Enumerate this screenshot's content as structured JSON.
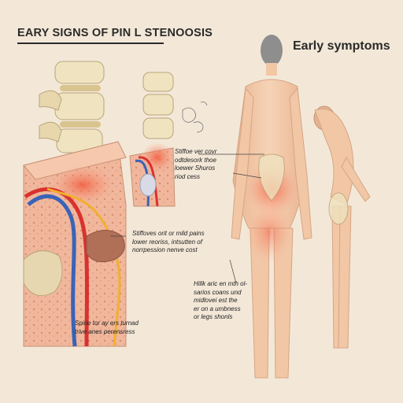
{
  "title": "EARY SIGNS OF PIN L STENOOSIS",
  "subtitle": "Early symptoms",
  "captions": [
    [
      "Stiffoe ver covr",
      "odtdesork thoe",
      "loewer Shuros",
      "riod cess"
    ],
    [
      "Stiffoves orit or mild pains",
      "lower reoriss, intsutten of",
      "norrpession nenve cost"
    ],
    [
      "Spirie tor ay ers turnad",
      "trive anes perensress"
    ],
    [
      "Hillk aric en mth ol-",
      "sarios coans und",
      "midlovei est the",
      "er on a umbness",
      "or legs shonls"
    ]
  ],
  "colors": {
    "background": "#f3e8d8",
    "skin": "#f1c7a6",
    "bone": "#efe3c0",
    "pain": "#f06a4a",
    "artery": "#d8322e",
    "vein": "#3a63b8",
    "nerve": "#f0b030"
  }
}
